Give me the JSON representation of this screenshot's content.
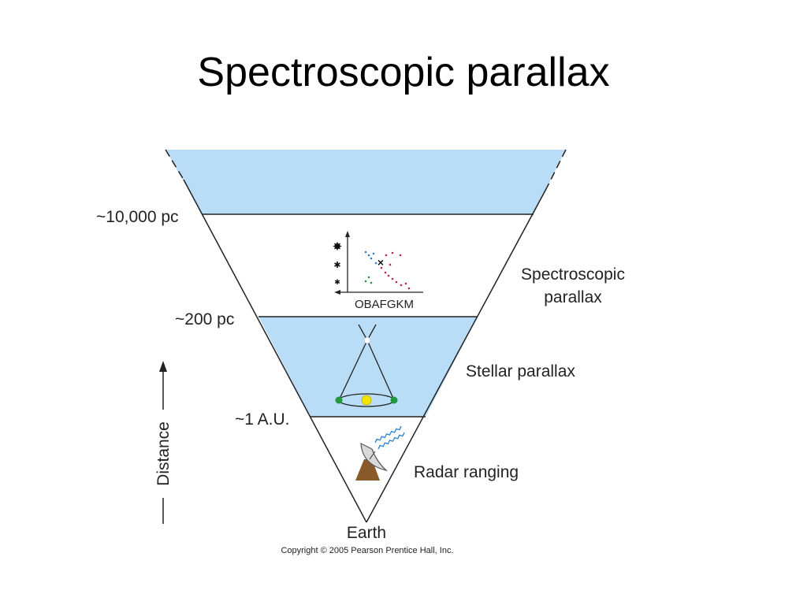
{
  "slide": {
    "title": "Spectroscopic parallax"
  },
  "diagram": {
    "distance_marks": [
      "~10,000 pc",
      "~200 pc",
      "~1 A.U."
    ],
    "methods": {
      "spectroscopic_line1": "Spectroscopic",
      "spectroscopic_line2": "parallax",
      "stellar": "Stellar parallax",
      "radar": "Radar ranging"
    },
    "hr_axis_label": "OBAFGKM",
    "earth_label": "Earth",
    "axis_label": "Distance",
    "copyright": "Copyright © 2005 Pearson Prentice Hall, Inc.",
    "colors": {
      "band_fill": "#b9dcf7",
      "outline": "#222222",
      "sun": "#f5e400",
      "earth_dot": "#1f9a3a",
      "dish": "#8b5a2b",
      "radar_wave": "#2a7fd4"
    }
  }
}
